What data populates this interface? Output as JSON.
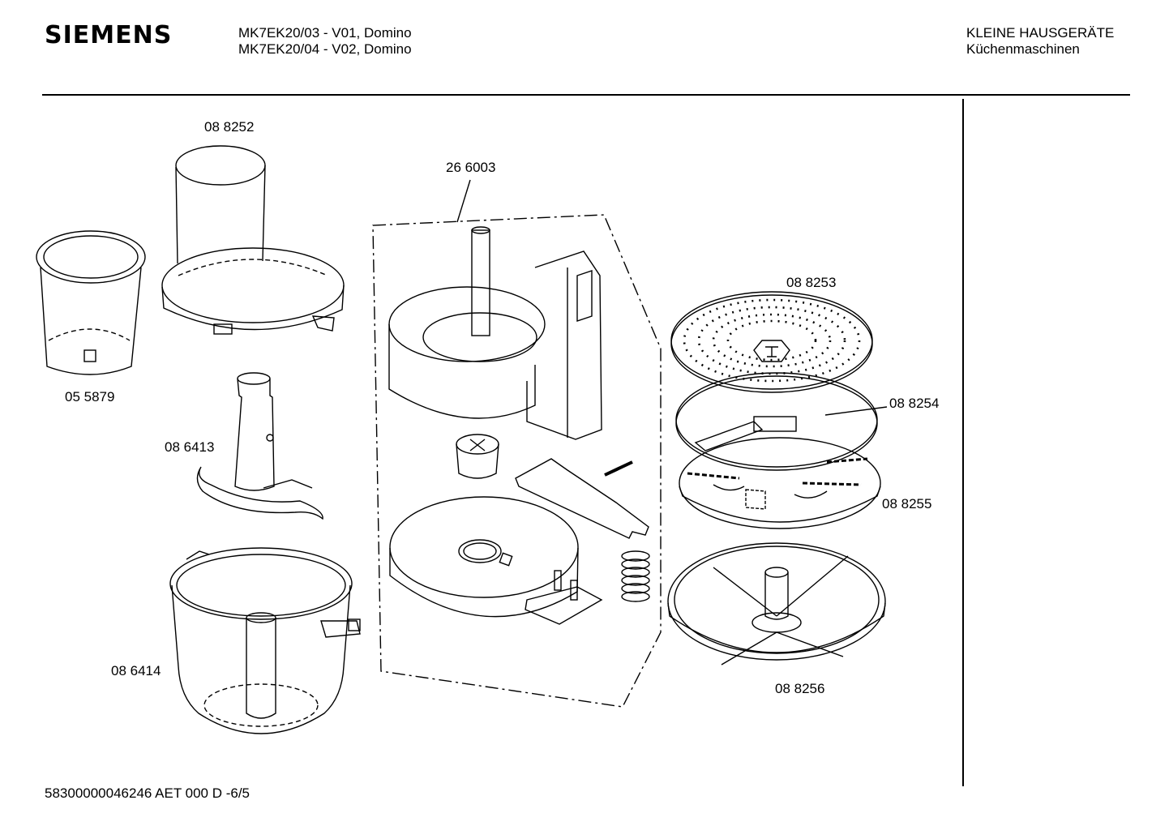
{
  "header": {
    "brand": "SIEMENS",
    "models": [
      "MK7EK20/03 - V01, Domino",
      "MK7EK20/04 - V02, Domino"
    ],
    "category": [
      "KLEINE HAUSGERÄTE",
      "Küchenmaschinen"
    ]
  },
  "parts": [
    {
      "id": "088252",
      "number": "08 8252",
      "name": "feed-tube-lid"
    },
    {
      "id": "055879",
      "number": "05 5879",
      "name": "pusher-cup"
    },
    {
      "id": "086413",
      "number": "08 6413",
      "name": "chopping-blade"
    },
    {
      "id": "086414",
      "number": "08 6414",
      "name": "mixing-bowl"
    },
    {
      "id": "266003",
      "number": "26 6003",
      "name": "drive-assembly-set"
    },
    {
      "id": "088253",
      "number": "08 8253",
      "name": "grating-disc"
    },
    {
      "id": "088254",
      "number": "08 8254",
      "name": "slicing-disc"
    },
    {
      "id": "088255",
      "number": "08 8255",
      "name": "shredding-disc"
    },
    {
      "id": "088256",
      "number": "08 8256",
      "name": "disc-holder"
    }
  ],
  "footer": {
    "code": "58300000046246 AET 000 D -6/5"
  }
}
